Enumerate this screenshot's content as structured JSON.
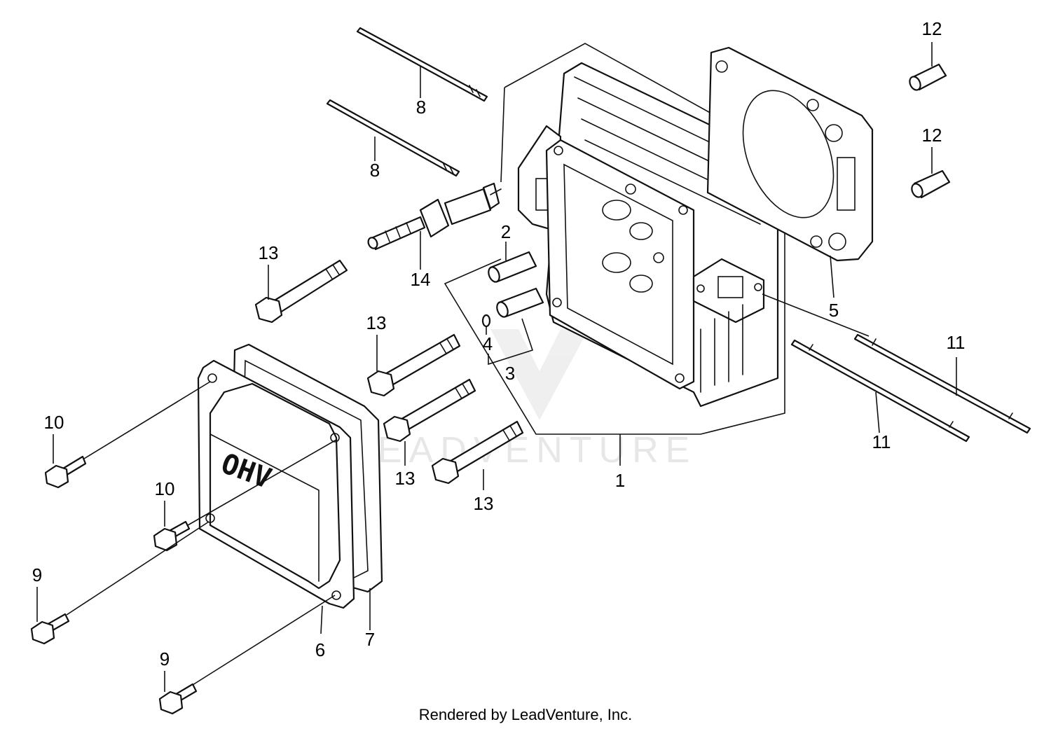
{
  "callouts": {
    "c1": "1",
    "c2": "2",
    "c3": "3",
    "c4": "4",
    "c5": "5",
    "c6": "6",
    "c7": "7",
    "c8a": "8",
    "c8b": "8",
    "c9a": "9",
    "c9b": "9",
    "c10a": "10",
    "c10b": "10",
    "c11a": "11",
    "c11b": "11",
    "c12a": "12",
    "c12b": "12",
    "c13a": "13",
    "c13b": "13",
    "c13c": "13",
    "c13d": "13",
    "c14": "14"
  },
  "cover_stamp": "OHV",
  "watermark": "LEADVENTURE",
  "footer": "Rendered by LeadVenture, Inc."
}
